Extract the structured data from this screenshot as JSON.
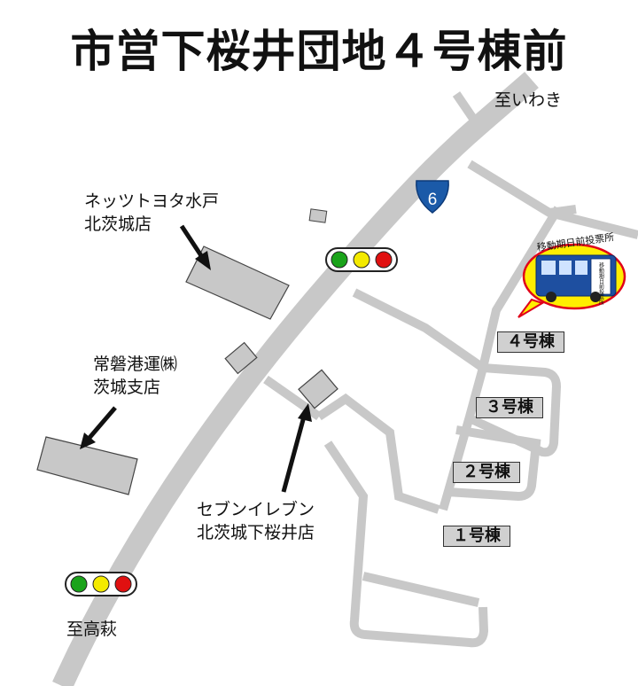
{
  "title": "市営下桜井団地４号棟前",
  "direction_north": "至いわき",
  "direction_south": "至高萩",
  "route_number": "6",
  "store_toyota": [
    "ネッツトヨタ水戸",
    "北茨城店"
  ],
  "store_joban": [
    "常磐港運㈱",
    "茨城支店"
  ],
  "store_seven": [
    "セブンイレブン",
    "北茨城下桜井店"
  ],
  "bus_sign_top": "移動期日前投票所",
  "bus_sign_side": "移動期日前投票所",
  "buildings": [
    "４号棟",
    "３号棟",
    "２号棟",
    "１号棟"
  ],
  "colors": {
    "road": "#c8c8c8",
    "building": "#d0d0d0",
    "bubble_fill": "#ffee00",
    "bubble_border": "#e0001a",
    "route_shield": "#1b5aa8",
    "bus": "#1e4fa0",
    "signal_green": "#1aa31a",
    "signal_yellow": "#f4ea00",
    "signal_red": "#e01010"
  }
}
